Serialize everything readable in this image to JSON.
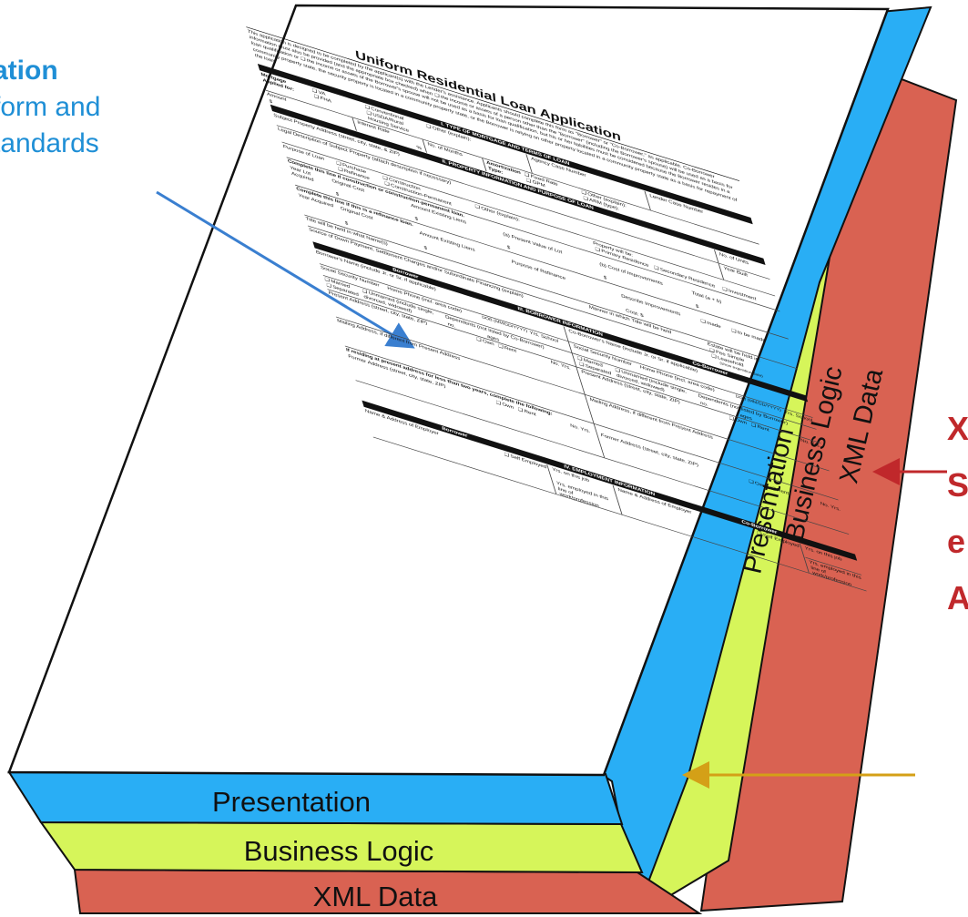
{
  "callouts": {
    "left_line1": "ation",
    "left_line2": "form and",
    "left_line3": "tandards",
    "right_line1": "X",
    "right_line2": "S",
    "right_line3": "e",
    "right_line4": "A"
  },
  "layers": {
    "presentation": "Presentation",
    "business_logic": "Business Logic",
    "xml_data": "XML Data"
  },
  "colors": {
    "presentation": "#29aef5",
    "business_logic": "#d6f55a",
    "xml_data": "#d96252",
    "left_arrow": "#3a7fd0",
    "right_red_arrow": "#c0282b",
    "right_gold_arrow": "#d4a017"
  },
  "form": {
    "title": "Uniform Residential Loan Application",
    "intro": "This application is designed to be completed by the applicant(s) with the Lender's assistance. Applicants should complete this form as \"Borrower\" or \"Co-Borrower,\" as applicable. Co-Borrower information must also be provided (and the appropriate box checked) when ❑ the income or assets of a person other than the \"Borrower\" (including the Borrower's spouse) will be used as a basis for loan qualification or ❑ the income or assets of the Borrower's spouse will not be used as a basis for loan qualification, but his or her liabilities must be considered because the Borrower resides in a community property state, the security property is located in a community property state, or the Borrower is relying on other property located in a community property state as a basis for repayment of the loan.",
    "sec1": "I. TYPE OF MORTGAGE AND TERMS OF LOAN",
    "mortgage_applied": "Mortgage Applied for:",
    "va": "❑ VA",
    "fha": "❑ FHA",
    "conventional": "❑ Conventional",
    "usda": "❑ USDA/Rural Housing Service",
    "other_explain": "❑ Other (explain):",
    "agency_case": "Agency Case Number",
    "lender_case": "Lender Case Number",
    "amount": "Amount",
    "dollar": "$",
    "interest_rate": "Interest Rate",
    "percent": "%",
    "no_months": "No. of Months",
    "amortization": "Amortization Type:",
    "fixed_rate": "❑ Fixed Rate",
    "gpm": "❑ GPM",
    "other_explain2": "❑ Other (explain):",
    "arm": "❑ ARM (type):",
    "sec2": "II. PROPERTY INFORMATION AND PURPOSE OF LOAN",
    "subject_address": "Subject Property Address (street, city, state, & ZIP)",
    "no_units": "No. of Units",
    "legal_desc": "Legal Description of Subject Property (attach description if necessary)",
    "year_built": "Year Built",
    "purpose_loan": "Purpose of Loan",
    "purchase": "❑ Purchase",
    "construction": "❑ Construction",
    "refinance": "❑ Refinance",
    "construction_perm": "❑ Construction-Permanent",
    "other_explain3": "❑ Other (explain):",
    "property_will_be": "Property will be:",
    "primary": "❑ Primary Residence",
    "secondary": "❑ Secondary Residence",
    "investment": "❑ Investment",
    "complete_construction": "Complete this line if construction or construction-permanent loan.",
    "year_lot": "Year Lot Acquired",
    "original_cost": "Original Cost",
    "amount_liens": "Amount Existing Liens",
    "present_value": "(a) Present Value of Lot",
    "cost_improvements": "(b) Cost of Improvements",
    "total": "Total (a + b)",
    "complete_refinance": "Complete this line if this is a refinance loan.",
    "year_acquired": "Year Acquired",
    "original_cost2": "Original Cost",
    "amount_liens2": "Amount Existing Liens",
    "purpose_refinance": "Purpose of Refinance",
    "describe_improvements": "Describe Improvements",
    "made": "❑ made",
    "to_be_made": "❑ to be made",
    "cost": "Cost: $",
    "title_names": "Title will be held in what Name(s)",
    "manner_title": "Manner in which Title will be held",
    "estate_held": "Estate will be held in:",
    "fee_simple": "❑ Fee Simple",
    "leasehold": "❑ Leasehold",
    "show_expiration": "(show expiration date)",
    "source_down": "Source of Down Payment, Settlement Charges and/or Subordinate Financing (explain)",
    "borrower": "Borrower",
    "sec3": "III. BORROWER INFORMATION",
    "co_borrower": "Co-Borrower",
    "borrower_name": "Borrower's Name (include Jr. or Sr. if applicable)",
    "co_borrower_name": "Co-Borrower's Name (include Jr. or Sr. if applicable)",
    "ssn": "Social Security Number",
    "home_phone": "Home Phone (incl. area code)",
    "dob": "DOB (MM/DD/YYYY)",
    "yrs_school": "Yrs. School",
    "married": "❑ Married",
    "separated": "❑ Separated",
    "unmarried": "❑ Unmarried (include single, divorced, widowed)",
    "dependents_b": "Dependents (not listed by Co-Borrower)",
    "dependents_c": "Dependents (not listed by Borrower)",
    "no": "no.",
    "ages": "ages",
    "present_address": "Present Address (street, city, state, ZIP)",
    "own": "❑ Own",
    "rent": "❑ Rent",
    "no_yrs": "No. Yrs.",
    "mailing": "Mailing Address, if different from Present Address",
    "if_residing": "If residing at present address for less than two years, complete the following:",
    "former_address": "Former Address (street, city, state, ZIP)",
    "sec4": "IV. EMPLOYMENT INFORMATION",
    "employer": "Name & Address of Employer",
    "self_employed": "❑ Self Employed",
    "yrs_job": "Yrs. on this job",
    "yrs_line": "Yrs. employed in this line of work/profession"
  }
}
